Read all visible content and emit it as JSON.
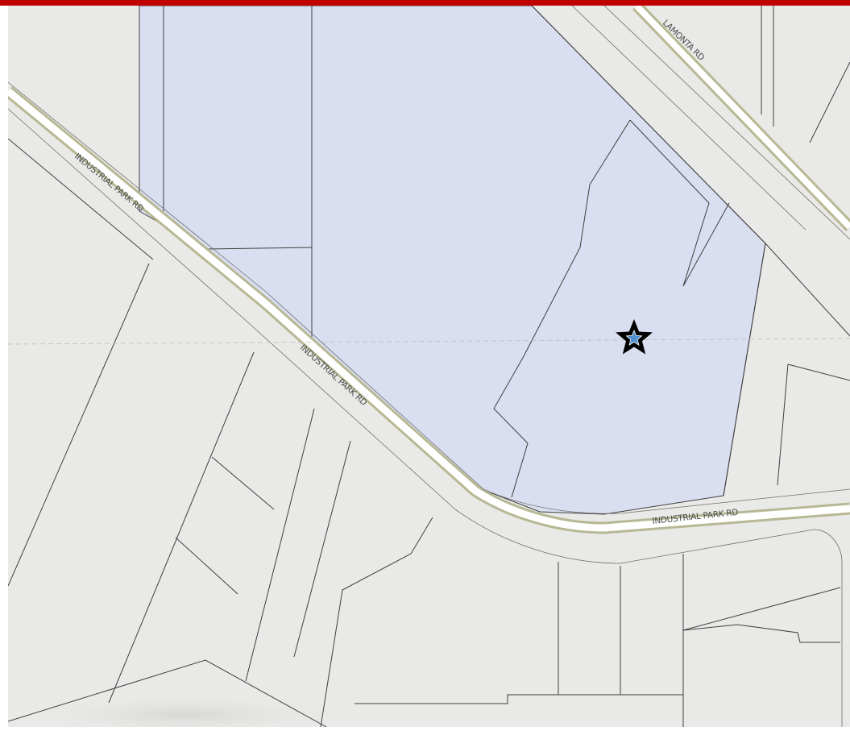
{
  "map": {
    "road_labels": {
      "industrial_park_rd_upper": "INDUSTRIAL PARK RD",
      "industrial_park_rd_middle": "INDUSTRIAL PARK RD",
      "industrial_park_rd_lower": "INDUSTRIAL PARK RD",
      "lamonta_rd": "LAMONTA RD"
    },
    "marker": {
      "icon": "star-icon"
    },
    "colors": {
      "top_bar": "#c00000",
      "land": "#e9e9e7",
      "highlighted_parcel": "#d9dff0",
      "road_fill": "#ffffff",
      "road_casing": "#b8b894",
      "parcel_lines": "#3f3f3f",
      "marker_outline": "#000000",
      "marker_fill": "#4f8fd0"
    }
  }
}
